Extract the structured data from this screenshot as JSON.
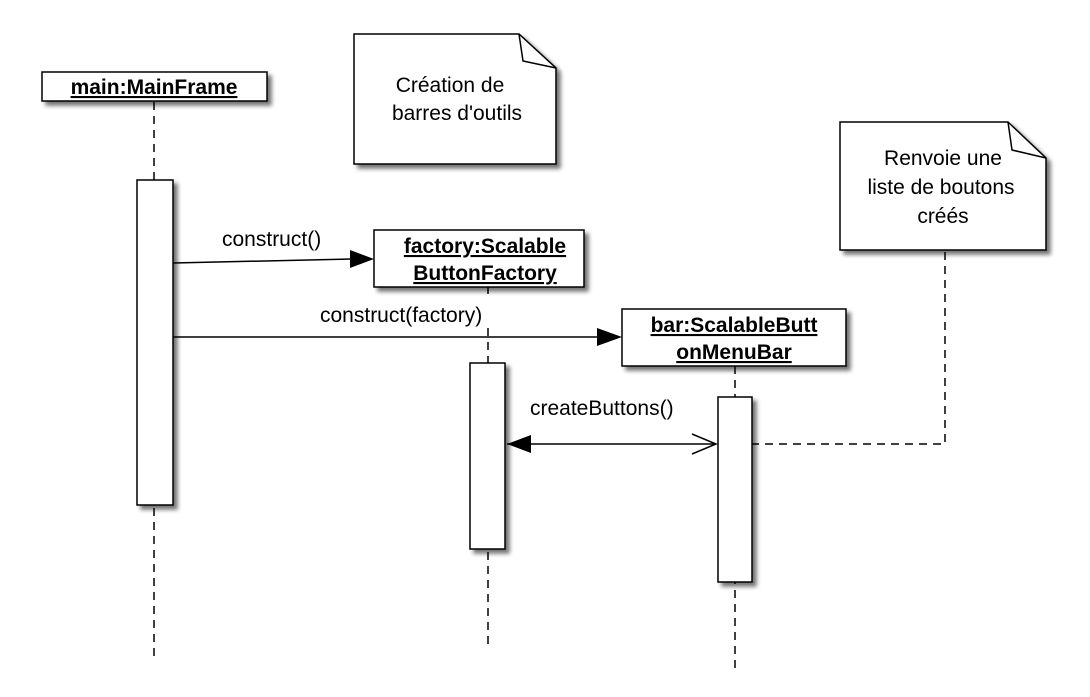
{
  "diagram": {
    "objects": [
      {
        "id": "main",
        "lines": [
          "main:MainFrame"
        ]
      },
      {
        "id": "factory",
        "lines": [
          "factory:Scalable",
          "ButtonFactory"
        ]
      },
      {
        "id": "bar",
        "lines": [
          "bar:ScalableButt",
          "onMenuBar"
        ]
      }
    ],
    "notes": [
      {
        "id": "creation",
        "lines": [
          "Création de",
          "barres d'outils"
        ]
      },
      {
        "id": "renvoie",
        "lines": [
          "Renvoie une",
          "liste de boutons",
          "créés"
        ]
      }
    ],
    "messages": [
      {
        "id": "construct",
        "label": "construct()"
      },
      {
        "id": "construct-factory",
        "label": "construct(factory)"
      },
      {
        "id": "create-buttons",
        "label": "createButtons()"
      }
    ]
  },
  "colors": {
    "line": "#000000",
    "fill": "#ffffff",
    "shadow": "#9a9a9a"
  }
}
